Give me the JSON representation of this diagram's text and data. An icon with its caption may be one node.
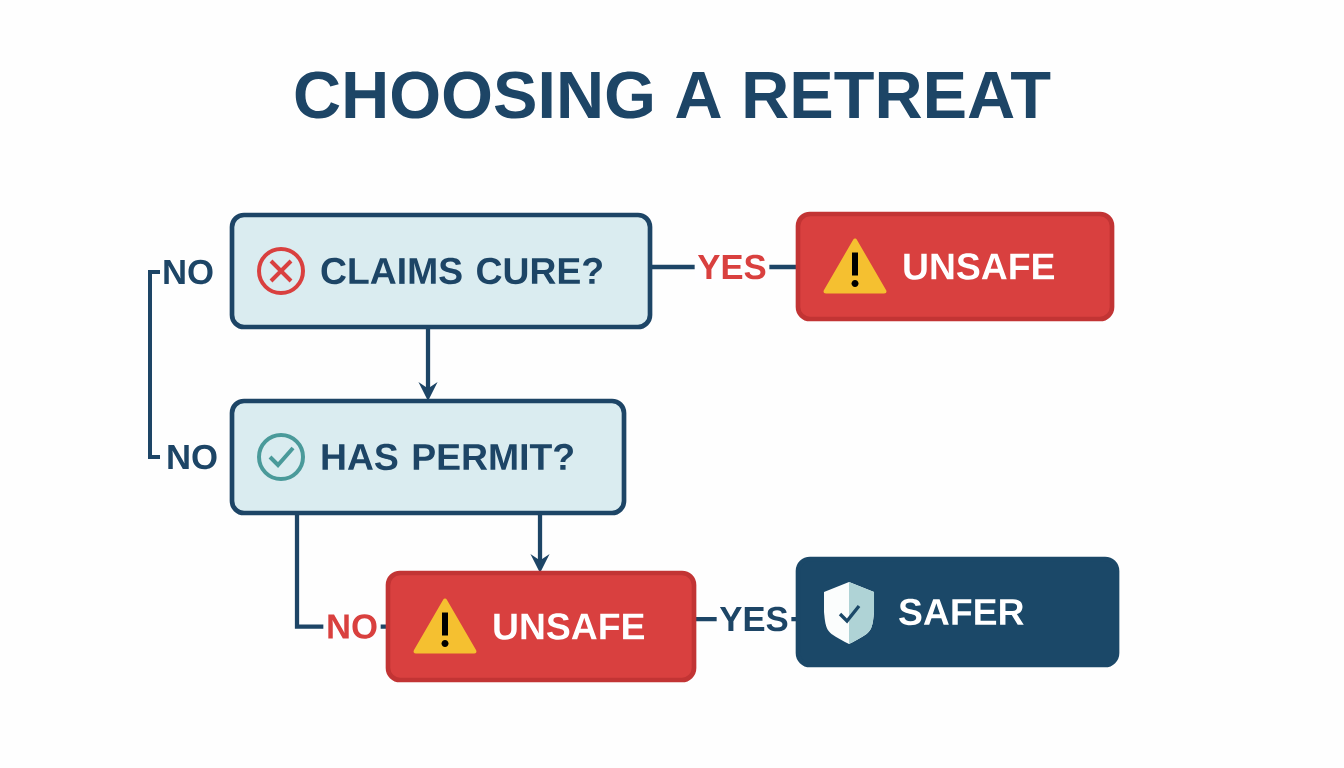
{
  "diagram": {
    "title": "CHOOSING A RETREAT",
    "nodes": [
      {
        "text": [
          "CLAIMS CURE?"
        ]
      },
      {
        "text": [
          "UNSAFE"
        ]
      },
      {
        "text": [
          "HAS PERMIT?"
        ]
      },
      {
        "text": [
          "UNSAFE"
        ]
      },
      {
        "text": [
          "SAFER"
        ]
      }
    ],
    "edges": [
      {
        "from": 0,
        "to": 1,
        "arrow": "none",
        "label": "YES"
      },
      {
        "from": 0,
        "to": 2,
        "arrow": "to"
      },
      {
        "from": 2,
        "to": 3,
        "arrow": "to"
      },
      {
        "from": 2,
        "to": 3,
        "arrow": "none",
        "label": "NO"
      },
      {
        "from": 3,
        "to": 4,
        "arrow": "none",
        "label": "YES"
      }
    ],
    "labels": [
      "NO",
      "NO"
    ]
  }
}
